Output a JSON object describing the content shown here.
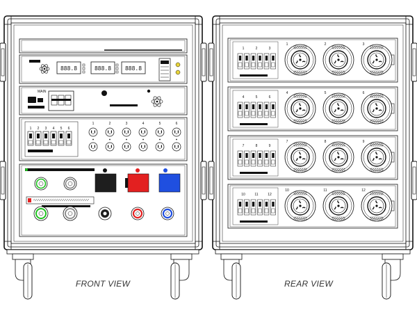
{
  "captions": {
    "front": "FRONT VIEW",
    "rear": "REAR VIEW"
  },
  "front": {
    "meter_panel": {
      "displays": [
        "888.8",
        "888.8",
        "888.8"
      ]
    },
    "main_panel": {
      "label": "MAIN"
    },
    "breaker_panel": {
      "numbers": [
        "1",
        "2",
        "3",
        "4",
        "5",
        "6"
      ],
      "receptacle_numbers": [
        "1",
        "2",
        "3",
        "4",
        "5",
        "6"
      ]
    },
    "camlok_panel": {
      "colors": [
        "#1e1e1e",
        "#e32020",
        "#1f4fe0"
      ]
    }
  },
  "rear": {
    "panels": [
      {
        "breaker_numbers": [
          "1",
          "2",
          "3"
        ],
        "twistlock_numbers": [
          "1",
          "2",
          "3"
        ]
      },
      {
        "breaker_numbers": [
          "4",
          "5",
          "6"
        ],
        "twistlock_numbers": [
          "4",
          "5",
          "6"
        ]
      },
      {
        "breaker_numbers": [
          "7",
          "8",
          "9"
        ],
        "twistlock_numbers": [
          "7",
          "8",
          "9"
        ]
      },
      {
        "breaker_numbers": [
          "10",
          "11",
          "12"
        ],
        "twistlock_numbers": [
          "10",
          "11",
          "12"
        ]
      }
    ]
  },
  "colors": {
    "line": "#111111",
    "green": "#1fc31f",
    "red": "#e32020",
    "blue": "#1f4fe0",
    "dark": "#1e1e1e"
  }
}
